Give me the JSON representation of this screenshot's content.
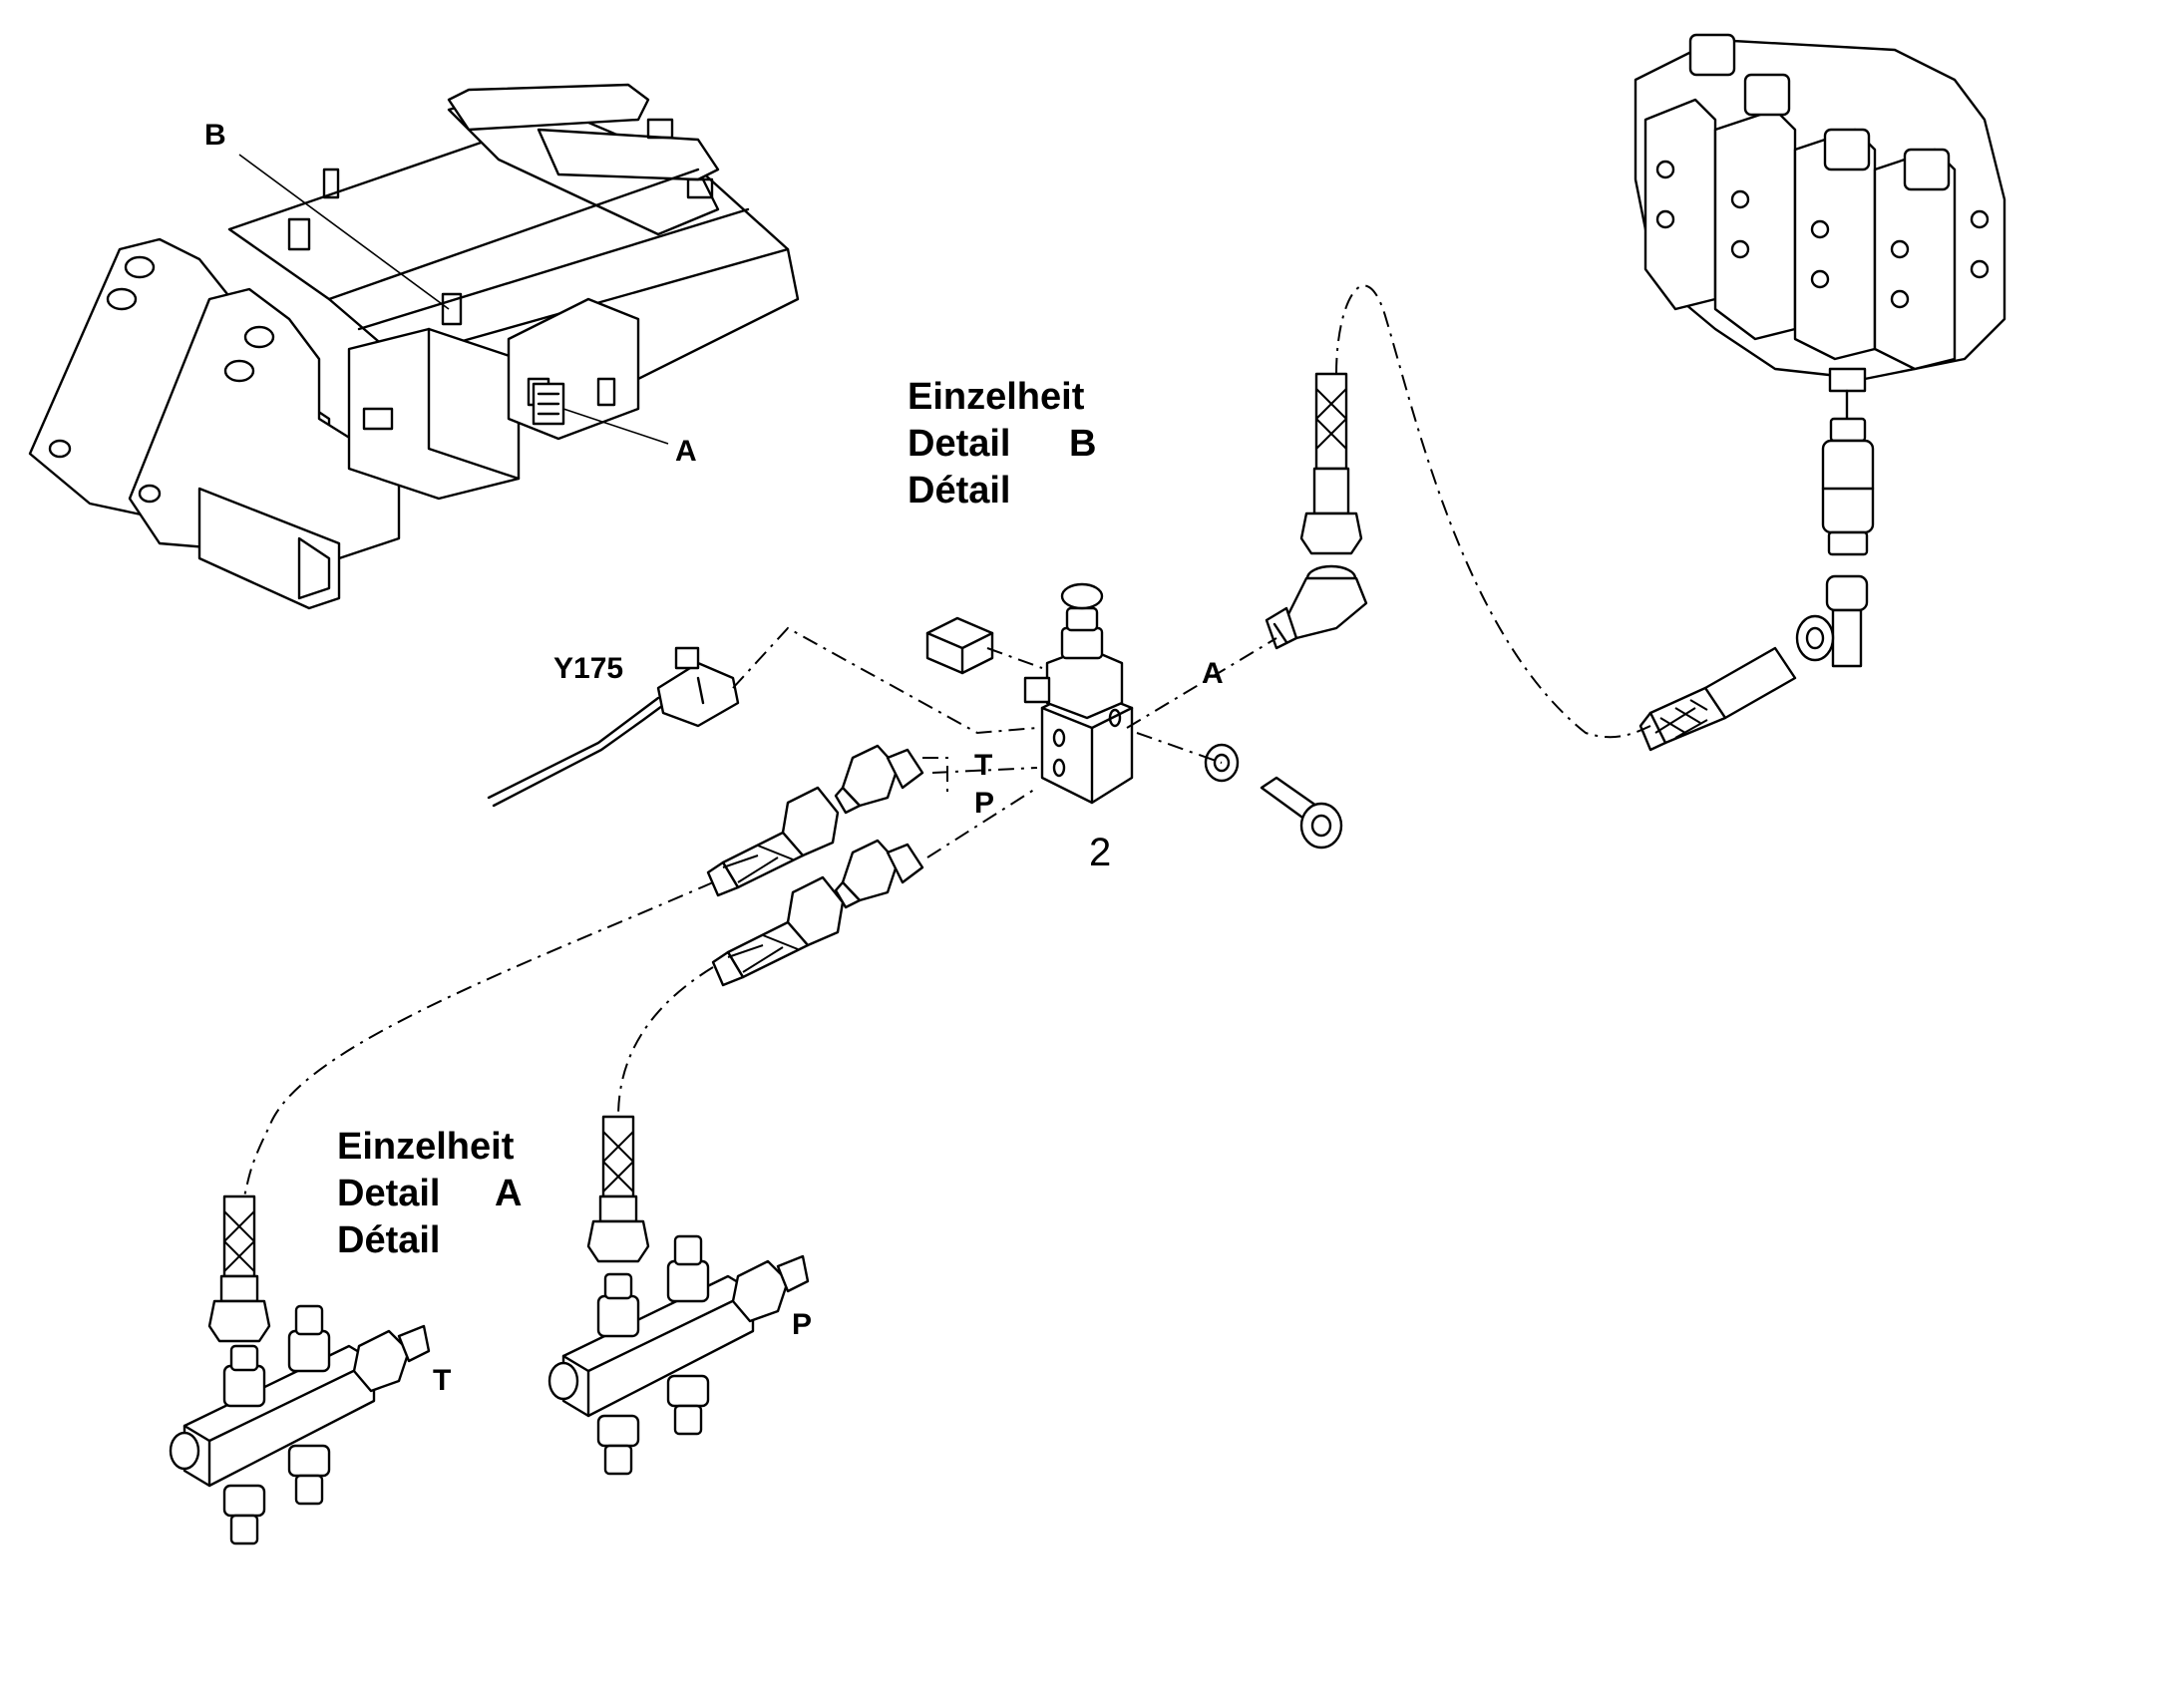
{
  "labels": {
    "detail_b_de": "Einzelheit",
    "detail_b_en": "Detail",
    "detail_b_letter": "B",
    "detail_b_fr": "Détail",
    "detail_a_de": "Einzelheit",
    "detail_a_en": "Detail",
    "detail_a_letter": "A",
    "detail_a_fr": "Détail",
    "frame_b": "B",
    "frame_a": "A",
    "connector": "Y175",
    "port_a": "A",
    "port_t": "T",
    "port_p": "P",
    "item_number": "2",
    "block_t": "T",
    "block_p": "P"
  }
}
